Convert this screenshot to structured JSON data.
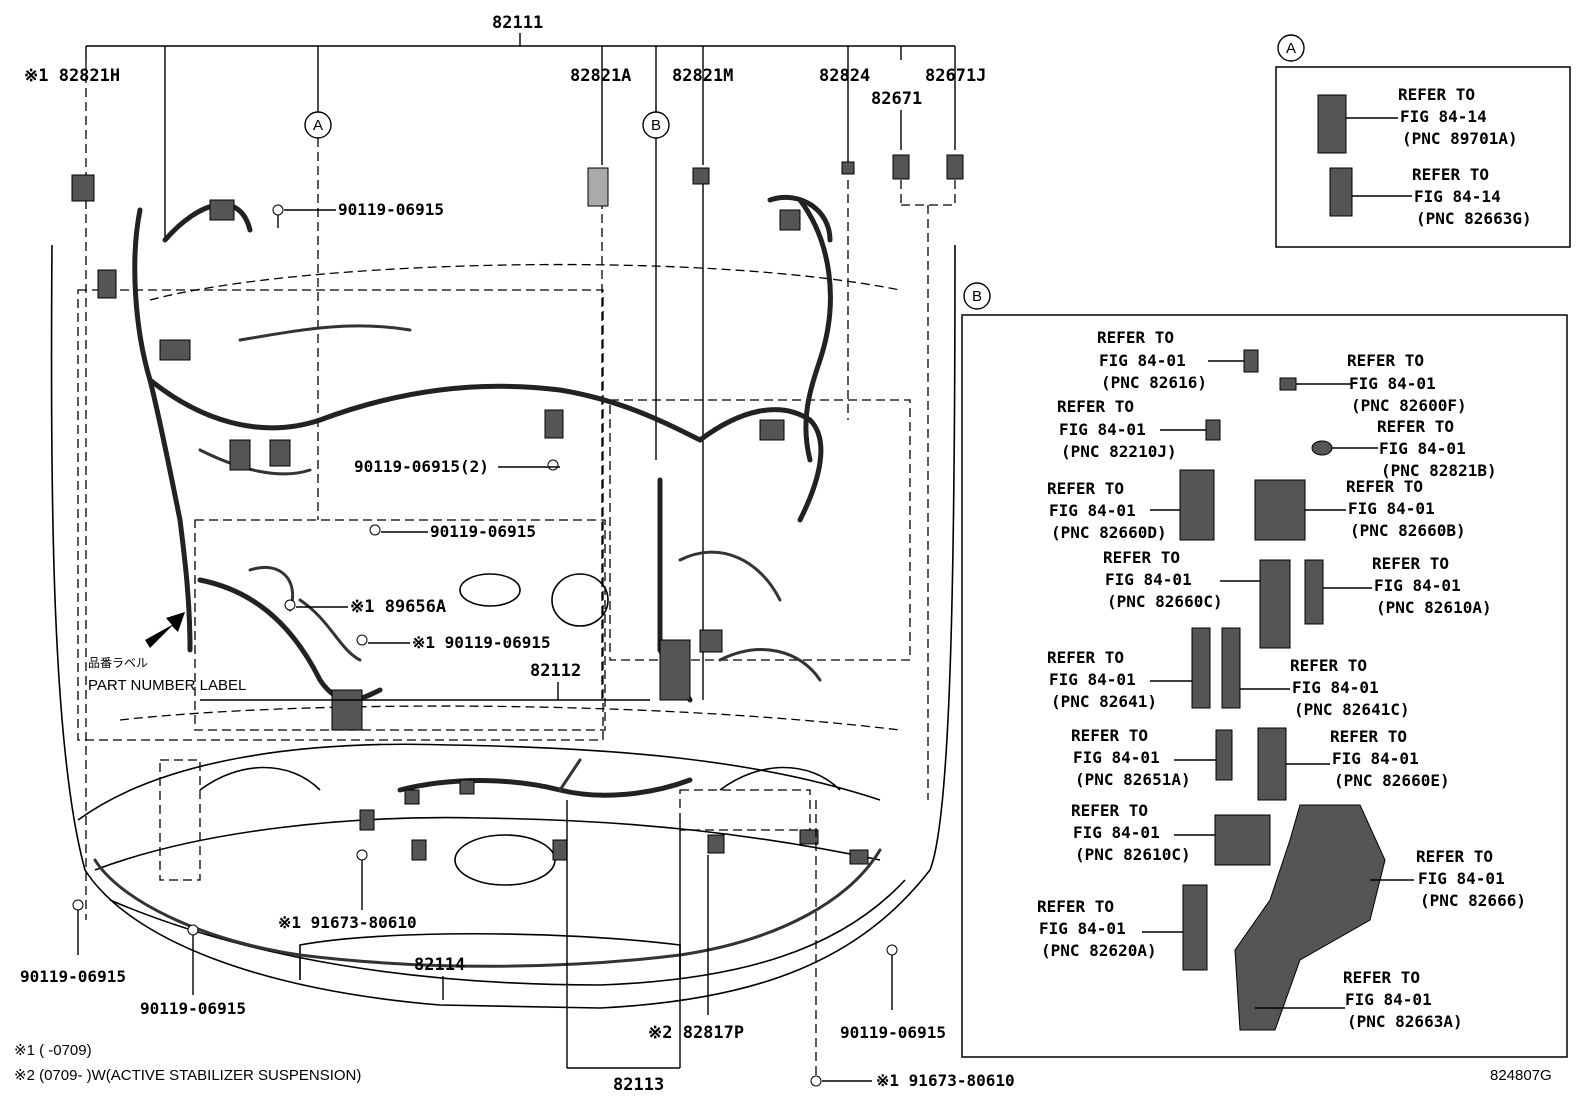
{
  "main_part": "82111",
  "callouts": {
    "a": "A",
    "b": "B"
  },
  "top_labels": {
    "p82821h": "※1 82821H",
    "p82821a": "82821A",
    "p82821m": "82821M",
    "p82824": "82824",
    "p82671j": "82671J",
    "p82671": "82671"
  },
  "diagram_labels": {
    "bolt_top": "90119-06915",
    "bolt_mid2": "90119-06915(2)",
    "bolt_mid": "90119-06915",
    "p89656a": "※1 89656A",
    "bolt_star": "※1 90119-06915",
    "p82112": "82112",
    "label_jp": "品番ラベル",
    "label_en": "PART NUMBER LABEL",
    "p91673_mid": "※1 91673-80610",
    "p82114": "82114",
    "bolt_left": "90119-06915",
    "bolt_bottom": "90119-06915",
    "bolt_right": "90119-06915",
    "p82817p": "※2 82817P",
    "p82113": "82113",
    "p91673_bottom": "※1 91673-80610"
  },
  "notes": {
    "n1": "※1 (      -0709)",
    "n2": "※2 (0709-       )W(ACTIVE STABILIZER SUSPENSION)"
  },
  "figure_code": "824807G",
  "inset_a": {
    "items": [
      {
        "l1": "REFER TO",
        "l2": "FIG 84-14",
        "l3": "(PNC 89701A)"
      },
      {
        "l1": "REFER TO",
        "l2": "FIG 84-14",
        "l3": "(PNC 82663G)"
      }
    ]
  },
  "inset_b": {
    "items": [
      {
        "l1": "REFER TO",
        "l2": "FIG 84-01",
        "l3": "(PNC 82616)"
      },
      {
        "l1": "REFER TO",
        "l2": "FIG 84-01",
        "l3": "(PNC 82600F)"
      },
      {
        "l1": "REFER TO",
        "l2": "FIG 84-01",
        "l3": "(PNC 82210J)"
      },
      {
        "l1": "REFER TO",
        "l2": "FIG 84-01",
        "l3": "(PNC 82821B)"
      },
      {
        "l1": "REFER TO",
        "l2": "FIG 84-01",
        "l3": "(PNC 82660D)"
      },
      {
        "l1": "REFER TO",
        "l2": "FIG 84-01",
        "l3": "(PNC 82660B)"
      },
      {
        "l1": "REFER TO",
        "l2": "FIG 84-01",
        "l3": "(PNC 82660C)"
      },
      {
        "l1": "REFER TO",
        "l2": "FIG 84-01",
        "l3": "(PNC 82610A)"
      },
      {
        "l1": "REFER TO",
        "l2": "FIG 84-01",
        "l3": "(PNC 82641)"
      },
      {
        "l1": "REFER TO",
        "l2": "FIG 84-01",
        "l3": "(PNC 82641C)"
      },
      {
        "l1": "REFER TO",
        "l2": "FIG 84-01",
        "l3": "(PNC 82651A)"
      },
      {
        "l1": "REFER TO",
        "l2": "FIG 84-01",
        "l3": "(PNC 82660E)"
      },
      {
        "l1": "REFER TO",
        "l2": "FIG 84-01",
        "l3": "(PNC 82610C)"
      },
      {
        "l1": "REFER TO",
        "l2": "FIG 84-01",
        "l3": "(PNC 82666)"
      },
      {
        "l1": "REFER TO",
        "l2": "FIG 84-01",
        "l3": "(PNC 82620A)"
      },
      {
        "l1": "REFER TO",
        "l2": "FIG 84-01",
        "l3": "(PNC 82663A)"
      }
    ]
  }
}
